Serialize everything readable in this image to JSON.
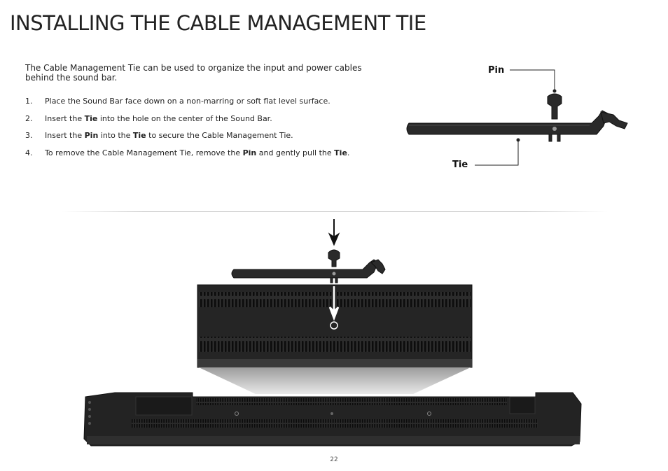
{
  "page": {
    "title": "INSTALLING THE CABLE MANAGEMENT TIE",
    "intro": "The Cable Management Tie can be used to organize the input and power cables behind the sound bar.",
    "page_number": "22"
  },
  "steps": [
    {
      "num": "1.",
      "segments": [
        {
          "text": "Place the Sound Bar face down on a non-marring or soft flat level surface.",
          "bold": false
        }
      ]
    },
    {
      "num": "2.",
      "segments": [
        {
          "text": "Insert the ",
          "bold": false
        },
        {
          "text": "Tie",
          "bold": true
        },
        {
          "text": " into the hole on the center of the Sound Bar.",
          "bold": false
        }
      ]
    },
    {
      "num": "3.",
      "segments": [
        {
          "text": "Insert the ",
          "bold": false
        },
        {
          "text": "Pin",
          "bold": true
        },
        {
          "text": " into the ",
          "bold": false
        },
        {
          "text": "Tie",
          "bold": true
        },
        {
          "text": " to secure the Cable Management Tie.",
          "bold": false
        }
      ]
    },
    {
      "num": "4.",
      "segments": [
        {
          "text": "To remove the Cable Management Tie, remove the ",
          "bold": false
        },
        {
          "text": "Pin",
          "bold": true
        },
        {
          "text": " and gently pull the ",
          "bold": false
        },
        {
          "text": "Tie",
          "bold": true
        },
        {
          "text": ".",
          "bold": false
        }
      ]
    }
  ],
  "diagram": {
    "pin_label": "Pin",
    "tie_label": "Tie"
  },
  "colors": {
    "part_dark": "#2a2a2a",
    "soundbar_body": "#232323",
    "soundbar_top": "#3a3a3a",
    "grille_slot": "#0e0e0e",
    "text": "#222222"
  }
}
